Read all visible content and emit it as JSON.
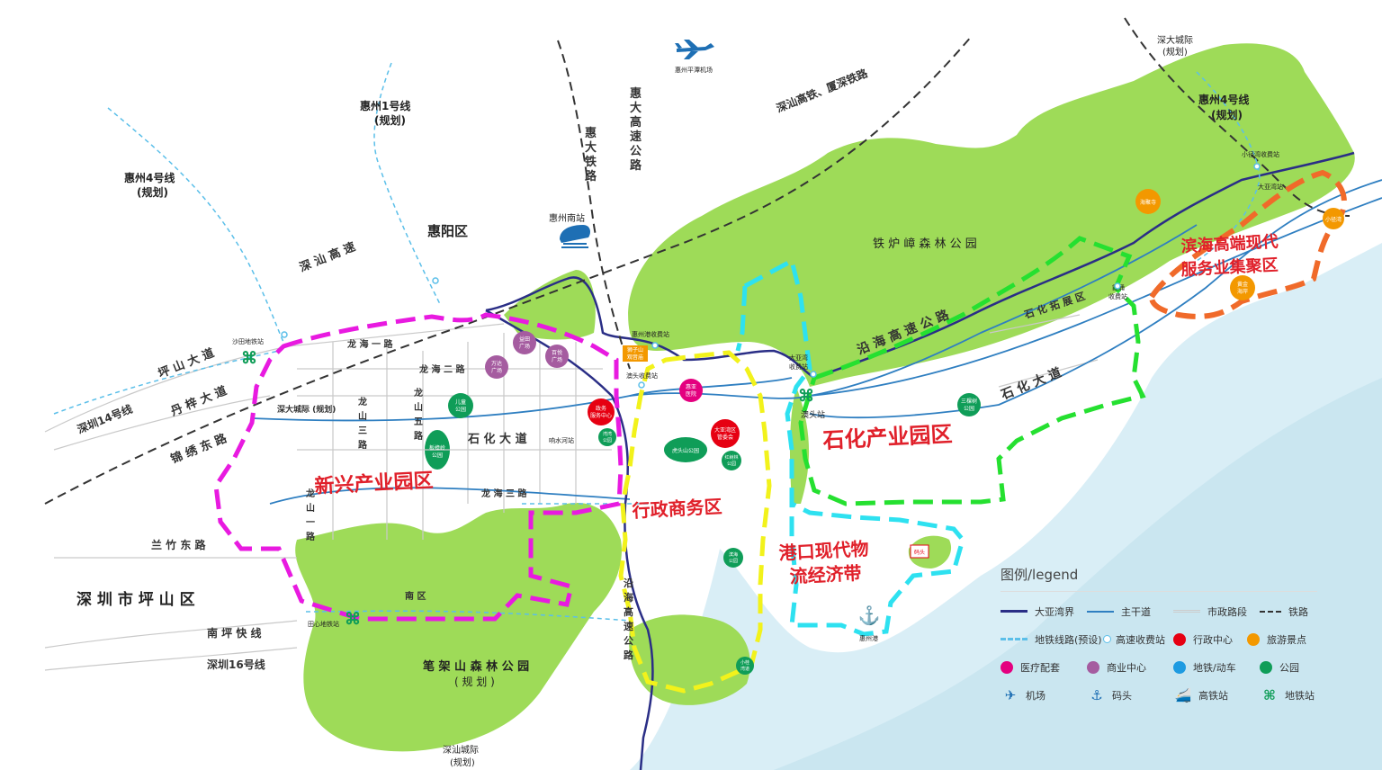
{
  "districts": {
    "huiyang": "惠阳区",
    "pingshan": "深 圳 市 坪 山 区"
  },
  "transport": {
    "airport": "惠州平潭机场",
    "hsr_station": "惠州南站",
    "metro_1": "惠州1号线",
    "metro_1_note": "(规划)",
    "metro_4_west": "惠州4号线",
    "metro_4_west_note": "(规划)",
    "metro_4_east": "惠州4号线",
    "metro_4_east_note": "(规划)",
    "sz_daintercity_ne": "深大城际",
    "sz_daintercity_ne_note": "(规划)",
    "sz_shanintercity": "深汕城际",
    "sz_shanintercity_note": "(规划)",
    "sz14": "深圳14号线",
    "sz16": "深圳16号线",
    "shantou_hsr": "深汕高铁、厦深铁路",
    "huida_rail": "惠\n大\n铁\n路",
    "huida_expressway": "惠\n大\n高\n速\n公\n路",
    "shashan_exp": "深 汕 高 速",
    "shatian_metro": "沙田地铁站",
    "tianxin_metro": "田心地铁站",
    "huizhougang_toll": "惠州港收费站",
    "aotou_toll": "澳头收费站",
    "dayawan_toll": "大亚湾\n收费站",
    "aotou_station": "澳头站",
    "xiwan_toll": "霞涌\n收费站",
    "xiaojingwan_toll": "小径湾收费站",
    "dayawan_station": "大亚湾站",
    "xiaojingwan_short": "小径湾",
    "qiaoshui_station": "响水河站",
    "port": "惠州港"
  },
  "roads": {
    "pingshan": "坪 山 大 道",
    "danzi": "丹 梓 大 道",
    "jinxiu": "锦 绣 东 路",
    "lanzhu": "兰 竹 东 路",
    "nanping": "南 坪 快 线",
    "longhai1": "龙 海 一 路",
    "longhai2": "龙 海 二 路",
    "longhai3": "龙 海 三 路",
    "sdcj": "深大城际 (规划)",
    "longshan3": "龙\n山\n三\n路",
    "longshan5": "龙\n山\n五\n路",
    "longshan1": "龙\n山\n一\n路",
    "shihua": "石 化 大 道",
    "shihua_east": "石 化 大 道",
    "yanhai": "沿 海 高 速 公 路",
    "shihua_ext": "石 化 拓 展 区",
    "nanqu": "南 区",
    "yanhai_south": "沿\n海\n高\n速\n公\n路"
  },
  "parks": {
    "tielu": "铁 炉 嶂 森 林 公 园",
    "bijia": "笔 架 山 森 林 公 园",
    "bijia_note": "( 规 划 )"
  },
  "pois": {
    "yizhong": "益田\n广场",
    "baiyue": "百悦\n广场",
    "wanda": "万达\n广场",
    "ertong": "儿童\n公园",
    "banzhang": "板樟岭\n公园",
    "shizi": "狮子山\n观音庙",
    "zhengwu": "政务\n服务中心",
    "xiaoyuan": "湾湾\n公园",
    "huiya": "惠亚\n医院",
    "dayawan_guanwei": "大亚湾区\n管委会",
    "hutou": "虎头山公园",
    "hongshulin": "红树林\n公园",
    "yanhai_park": "滨海\n公园",
    "sanshu": "三棵树\n公园",
    "xiaogui": "小桂\n湾道",
    "haiju": "海聚寺",
    "huangjin": "黄金\n海岸",
    "xiaojing_poi": "小径湾"
  },
  "zones": {
    "xinxing": "新兴产业园区",
    "xingzheng": "行政商务区",
    "shihua": "石化产业园区",
    "binhai_1": "滨海高端现代",
    "binhai_2": "服务业集聚区",
    "gangkou_1": "港口现代物",
    "gangkou_2": "流经济带"
  },
  "legend": {
    "title": "图例/legend",
    "items": [
      {
        "label": "大亚湾界",
        "kind": "line",
        "color": "#2a2e86"
      },
      {
        "label": "主干道",
        "kind": "line",
        "color": "#2f7fc1"
      },
      {
        "label": "市政路段",
        "kind": "line",
        "color": "#cccccc"
      },
      {
        "label": "铁路",
        "kind": "dash",
        "color": "#333333"
      },
      {
        "label": "地铁线路(预设)",
        "kind": "dash2",
        "color": "#5bbfe9"
      },
      {
        "label": "高速收费站",
        "kind": "ring",
        "color": "#5bbfe9"
      },
      {
        "label": "行政中心",
        "kind": "dot",
        "color": "#e60012"
      },
      {
        "label": "旅游景点",
        "kind": "dot",
        "color": "#f39800"
      },
      {
        "label": "医疗配套",
        "kind": "dot",
        "color": "#e4007f"
      },
      {
        "label": "商业中心",
        "kind": "dot",
        "color": "#a55ca0"
      },
      {
        "label": "地铁/动车",
        "kind": "dot",
        "color": "#1e9be1"
      },
      {
        "label": "公园",
        "kind": "dot",
        "color": "#0f9d58"
      },
      {
        "label": "机场",
        "kind": "icon",
        "icon": "airplane-icon",
        "color": "#1e6fb4"
      },
      {
        "label": "码头",
        "kind": "icon",
        "icon": "anchor-icon",
        "color": "#1e6fb4"
      },
      {
        "label": "高铁站",
        "kind": "icon",
        "icon": "train-icon",
        "color": "#1e6fb4"
      },
      {
        "label": "地铁站",
        "kind": "icon",
        "icon": "metro-icon",
        "color": "#0f9d58"
      }
    ]
  },
  "colors": {
    "park": "#9edb58",
    "sea": "#d8eef5",
    "boundary": "#2a2e86",
    "main_road": "#2f7fc1",
    "magenta": "#e81ae0",
    "yellow": "#f2f21b",
    "cyan": "#2ee1f0",
    "green": "#25e030",
    "orange": "#f06a2a",
    "zone_text": "#e0202a"
  }
}
